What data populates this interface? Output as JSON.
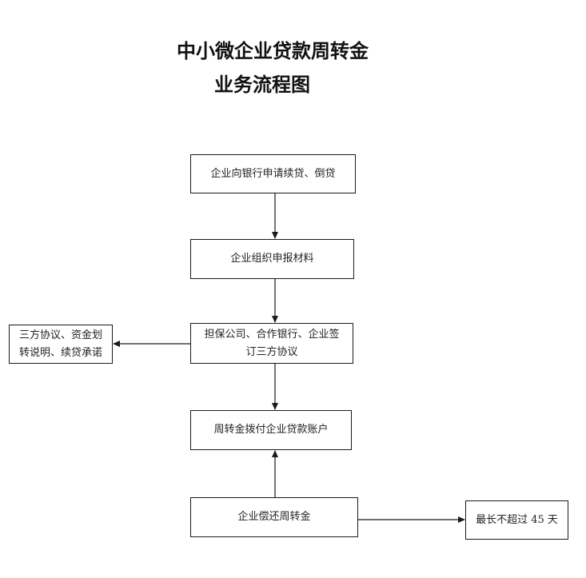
{
  "title": {
    "line1": "中小微企业贷款周转金",
    "line2": "业务流程图"
  },
  "nodes": {
    "apply": {
      "lines": [
        "企业向银行申请续贷、倒贷"
      ]
    },
    "materials": {
      "lines": [
        "企业组织申报材料"
      ]
    },
    "sign": {
      "lines": [
        "担保公司、合作银行、企业签",
        "订三方协议"
      ]
    },
    "agreement": {
      "lines": [
        "三方协议、资金划",
        "转说明、续贷承诺"
      ]
    },
    "disburse": {
      "lines": [
        "周转金拨付企业贷款账户"
      ]
    },
    "repay": {
      "lines": [
        "企业偿还周转金"
      ]
    },
    "limit": {
      "lines": [
        "最长不超过 45 天"
      ]
    }
  },
  "edges": [
    {
      "from": "apply",
      "to": "materials"
    },
    {
      "from": "materials",
      "to": "sign"
    },
    {
      "from": "sign",
      "to": "agreement"
    },
    {
      "from": "sign",
      "to": "disburse"
    },
    {
      "from": "repay",
      "to": "disburse"
    },
    {
      "from": "repay",
      "to": "limit"
    }
  ],
  "colors": {
    "line": "#1a1a1a",
    "text": "#222222",
    "title": "#111111"
  }
}
